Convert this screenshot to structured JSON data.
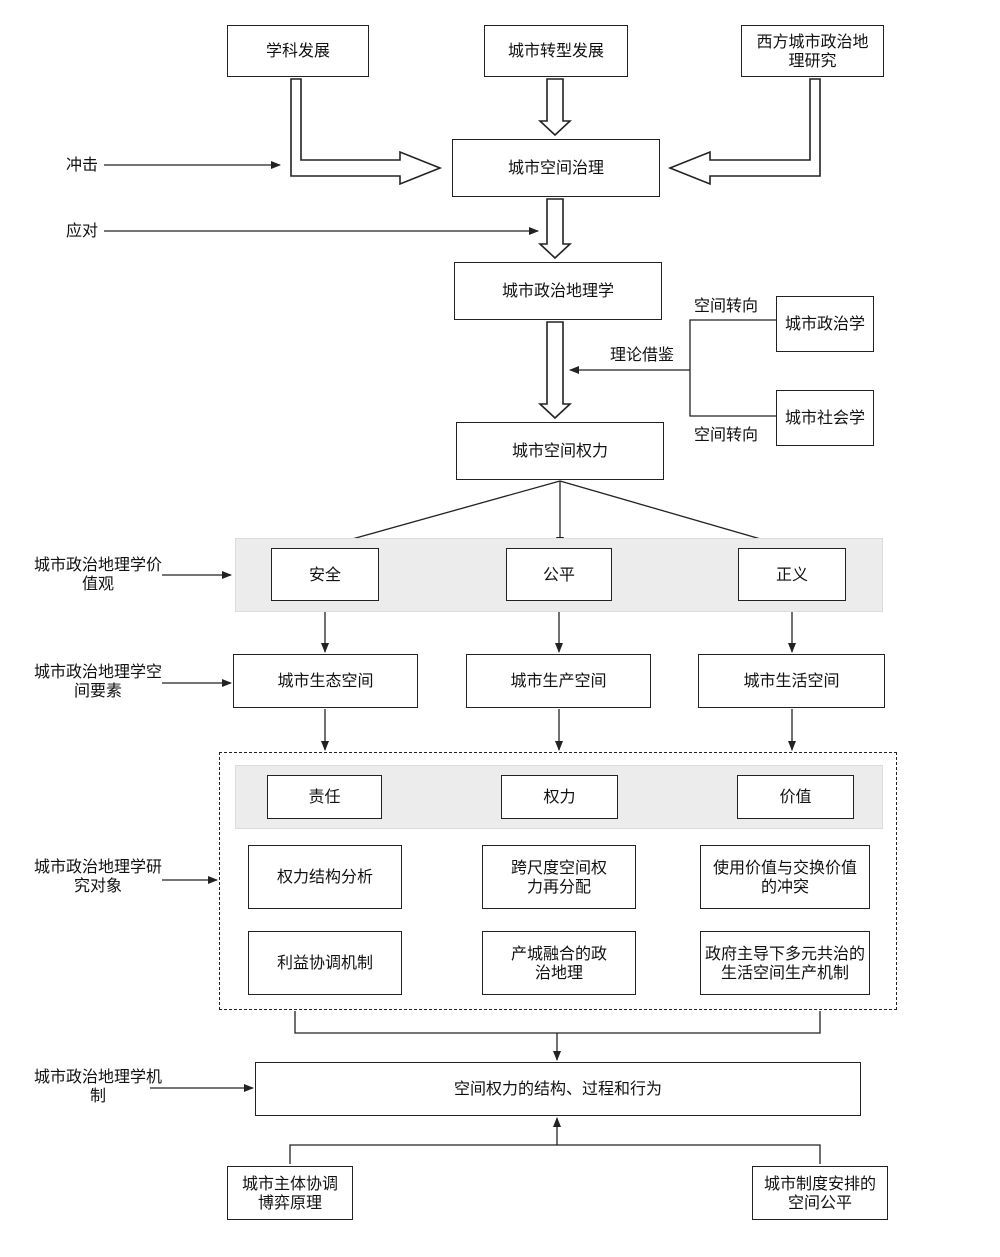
{
  "nodes": {
    "discipline": "学科发展",
    "transform": "城市转型发展",
    "western": "西方城市政治地理研究",
    "governance": "城市空间治理",
    "upg": "城市政治地理学",
    "upolitics": "城市政治学",
    "usociology": "城市社会学",
    "power": "城市空间权力",
    "safety": "安全",
    "fairness": "公平",
    "justice": "正义",
    "eco_space": "城市生态空间",
    "prod_space": "城市生产空间",
    "life_space": "城市生活空间",
    "responsibility": "责任",
    "power2": "权力",
    "value": "价值",
    "power_struct": "权力结构分析",
    "cross_scale": "跨尺度空间权力再分配",
    "exchange": "使用价值与交换价值的冲突",
    "interest": "利益协调机制",
    "integration": "产城融合的政治地理",
    "gov_led": "政府主导下多元共治的生活空间生产机制",
    "mechanism": "空间权力的结构、过程和行为",
    "subject": "城市主体协调博弈原理",
    "institution": "城市制度安排的空间公平"
  },
  "labels": {
    "impact": "冲击",
    "response": "应对",
    "spatial_turn_top": "空间转向",
    "spatial_turn_bottom": "空间转向",
    "theory_borrow": "理论借鉴",
    "values": "城市政治地理学价值观",
    "elements": "城市政治地理学空间要素",
    "objects": "城市政治地理学研究对象",
    "mechanism": "城市政治地理学机制"
  },
  "colors": {
    "line": "#222222",
    "band": "#ececec"
  }
}
